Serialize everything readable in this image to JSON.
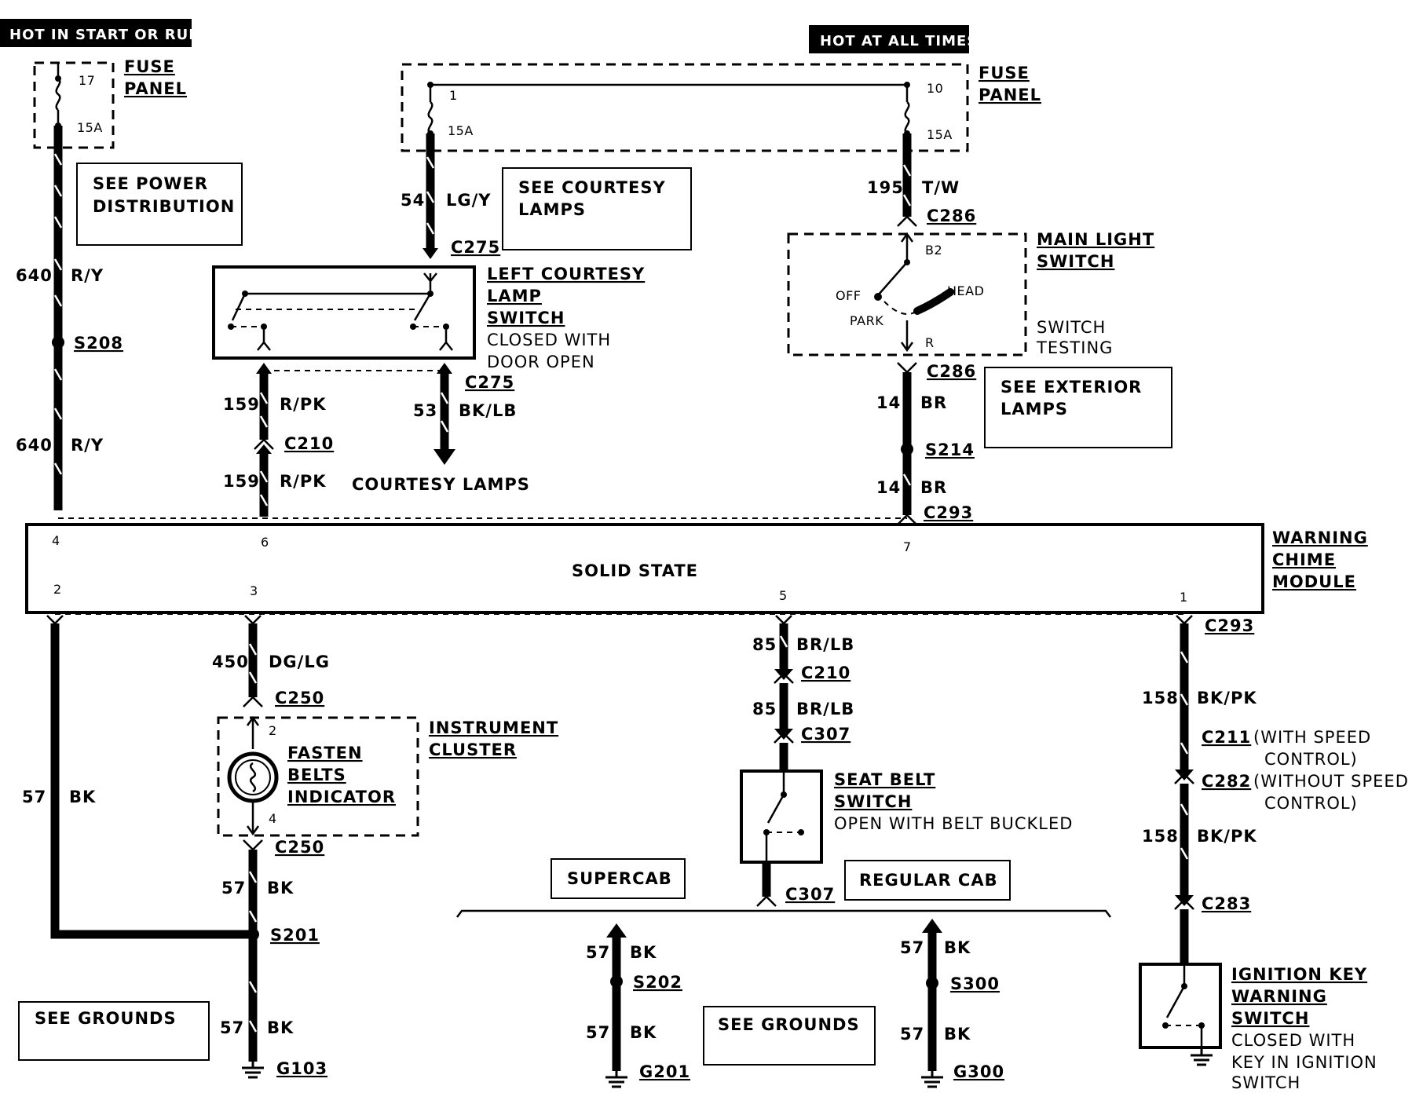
{
  "power_labels": {
    "hot_start_run": "HOT IN START OR RUN",
    "hot_all_times": "HOT AT ALL TIMES"
  },
  "fuse_panel_left": {
    "label_line1": "FUSE",
    "label_line2": "PANEL",
    "fuse_number": "17",
    "fuse_rating": "15A"
  },
  "fuse_panel_right": {
    "label_line1": "FUSE",
    "label_line2": "PANEL",
    "fuse_a_number": "1",
    "fuse_a_rating": "15A",
    "fuse_b_number": "10",
    "fuse_b_rating": "15A"
  },
  "see_boxes": {
    "power_line1": "SEE POWER",
    "power_line2": "DISTRIBUTION",
    "courtesy_line1": "SEE COURTESY",
    "courtesy_line2": "LAMPS",
    "exterior_line1": "SEE EXTERIOR",
    "exterior_line2": "LAMPS",
    "grounds_left": "SEE GROUNDS",
    "grounds_center": "SEE GROUNDS"
  },
  "wires": {
    "w640_top": {
      "num": "640",
      "color": "R/Y"
    },
    "w640_bot": {
      "num": "640",
      "color": "R/Y"
    },
    "w54": {
      "num": "54",
      "color": "LG/Y"
    },
    "w159_top": {
      "num": "159",
      "color": "R/PK"
    },
    "w159_bot": {
      "num": "159",
      "color": "R/PK"
    },
    "w53": {
      "num": "53",
      "color": "BK/LB"
    },
    "w195": {
      "num": "195",
      "color": "T/W"
    },
    "w14_top": {
      "num": "14",
      "color": "BR"
    },
    "w14_bot": {
      "num": "14",
      "color": "BR"
    },
    "w57_left": {
      "num": "57",
      "color": "BK"
    },
    "w450": {
      "num": "450",
      "color": "DG/LG"
    },
    "w57_mid": {
      "num": "57",
      "color": "BK"
    },
    "w57_low": {
      "num": "57",
      "color": "BK"
    },
    "w85_top": {
      "num": "85",
      "color": "BR/LB"
    },
    "w85_bot": {
      "num": "85",
      "color": "BR/LB"
    },
    "w57_s202": {
      "num": "57",
      "color": "BK"
    },
    "w57_g201": {
      "num": "57",
      "color": "BK"
    },
    "w57_s300": {
      "num": "57",
      "color": "BK"
    },
    "w57_g300": {
      "num": "57",
      "color": "BK"
    },
    "w158_top": {
      "num": "158",
      "color": "BK/PK"
    },
    "w158_bot": {
      "num": "158",
      "color": "BK/PK"
    }
  },
  "connectors": {
    "c275_top": "C275",
    "c275_bot": "C275",
    "c210_left": "C210",
    "c286_top": "C286",
    "c286_bot": "C286",
    "c293_top": "C293",
    "c293_right": "C293",
    "c250_top": "C250",
    "c250_bot": "C250",
    "c210_mid": "C210",
    "c307_top": "C307",
    "c307_bot": "C307",
    "c211": "C211",
    "c211_note": "(WITH SPEED",
    "c211_note2": "CONTROL)",
    "c282": "C282",
    "c282_note": "(WITHOUT SPEED",
    "c282_note2": "CONTROL)",
    "c283": "C283"
  },
  "splices": {
    "s208": "S208",
    "s214": "S214",
    "s201": "S201",
    "s202": "S202",
    "s300": "S300"
  },
  "grounds": {
    "g103": "G103",
    "g201": "G201",
    "g300": "G300"
  },
  "left_courtesy_switch": {
    "line1": "LEFT COURTESY",
    "line2": "LAMP",
    "line3": "SWITCH",
    "note1": "CLOSED WITH",
    "note2": "DOOR OPEN"
  },
  "courtesy_lamps": "COURTESY LAMPS",
  "main_light_switch": {
    "line1": "MAIN LIGHT",
    "line2": "SWITCH",
    "pin_b2": "B2",
    "pin_r": "R",
    "pos_off": "OFF",
    "pos_head": "HEAD",
    "pos_park": "PARK",
    "note1": "SWITCH",
    "note2": "TESTING"
  },
  "module": {
    "center": "SOLID STATE",
    "name1": "WARNING",
    "name2": "CHIME",
    "name3": "MODULE",
    "pins_top": [
      "4",
      "6",
      "7"
    ],
    "pins_bottom": [
      "2",
      "3",
      "5",
      "1"
    ]
  },
  "instrument_cluster": {
    "line1": "INSTRUMENT",
    "line2": "CLUSTER",
    "ind1": "FASTEN",
    "ind2": "BELTS",
    "ind3": "INDICATOR",
    "pin_top": "2",
    "pin_bottom": "4"
  },
  "seat_belt_switch": {
    "line1": "SEAT BELT",
    "line2": "SWITCH",
    "note": "OPEN WITH BELT BUCKLED"
  },
  "cab_labels": {
    "supercab": "SUPERCAB",
    "regular": "REGULAR CAB"
  },
  "ignition_switch": {
    "line1": "IGNITION KEY",
    "line2": "WARNING",
    "line3": "SWITCH",
    "note1": "CLOSED WITH",
    "note2": "KEY IN IGNITION",
    "note3": "SWITCH"
  }
}
